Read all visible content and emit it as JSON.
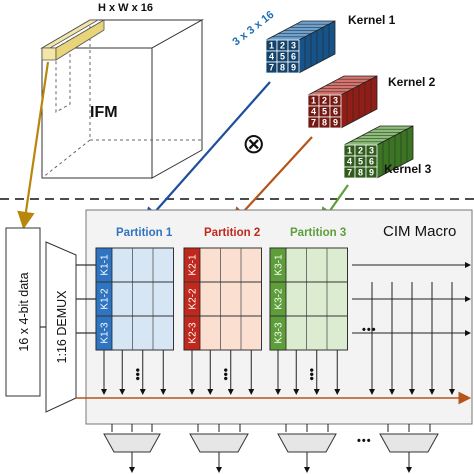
{
  "ifm": {
    "dims_label": "H x W x 16",
    "label": "IFM"
  },
  "kernel_size_label": "3 x 3 x 16",
  "kernels": [
    {
      "label": "Kernel 1",
      "grid": [
        "1",
        "2",
        "3",
        "4",
        "5",
        "6",
        "7",
        "8",
        "9"
      ],
      "color": "#1f6fb5"
    },
    {
      "label": "Kernel 2",
      "grid": [
        "1",
        "2",
        "3",
        "4",
        "5",
        "6",
        "7",
        "8",
        "9"
      ],
      "color": "#c0281e"
    },
    {
      "label": "Kernel 3",
      "grid": [
        "1",
        "2",
        "3",
        "4",
        "5",
        "6",
        "7",
        "8",
        "9"
      ],
      "color": "#4e9a2e"
    }
  ],
  "operator_symbol": "⊗",
  "cim": {
    "title": "CIM Macro",
    "partitions": [
      {
        "label": "Partition 1",
        "rows": [
          "K1-1",
          "K1-2",
          "K1-3"
        ],
        "color": "#2f74c0",
        "fill": "#d7e6f5"
      },
      {
        "label": "Partition 2",
        "rows": [
          "K2-1",
          "K2-2",
          "K2-3"
        ],
        "color": "#c0281e",
        "fill": "#fbe0d2"
      },
      {
        "label": "Partition 3",
        "rows": [
          "K3-1",
          "K3-2",
          "K3-3"
        ],
        "color": "#5e9e3a",
        "fill": "#dcecd0"
      }
    ]
  },
  "demux_label": "1:16 DEMUX",
  "input_label": "16 x 4-bit data",
  "ellipsis": "•••",
  "colors": {
    "arrow_ifm": "#b8860b",
    "arrow_k1": "#1f4e9a",
    "arrow_k2": "#b5541b",
    "arrow_k3": "#5e9e3a"
  }
}
